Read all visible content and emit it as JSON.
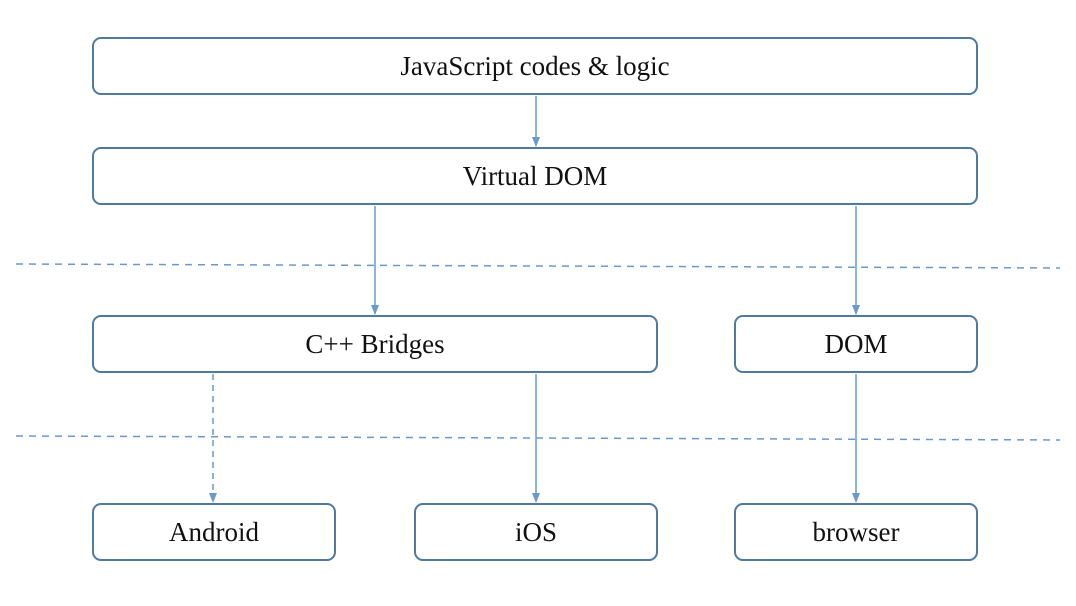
{
  "nodes": {
    "js_logic": "JavaScript codes & logic",
    "virtual_dom": "Virtual DOM",
    "cpp_bridges": "C++ Bridges",
    "dom": "DOM",
    "android": "Android",
    "ios": "iOS",
    "browser": "browser"
  },
  "edges": [
    {
      "from": "js_logic",
      "to": "virtual_dom",
      "style": "solid"
    },
    {
      "from": "virtual_dom",
      "to": "cpp_bridges",
      "style": "solid"
    },
    {
      "from": "virtual_dom",
      "to": "dom",
      "style": "solid"
    },
    {
      "from": "cpp_bridges",
      "to": "android",
      "style": "dashed"
    },
    {
      "from": "cpp_bridges",
      "to": "ios",
      "style": "solid"
    },
    {
      "from": "dom",
      "to": "browser",
      "style": "solid"
    }
  ],
  "layer_separators": 2,
  "colors": {
    "stroke": "#4f79a0",
    "arrow": "#6a9acb",
    "separator": "#6a9acb",
    "text": "#111111",
    "background": "#ffffff"
  }
}
